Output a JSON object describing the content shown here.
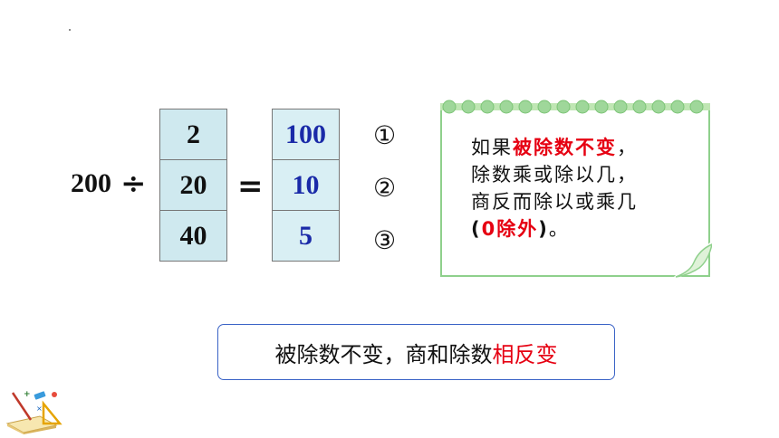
{
  "expression": {
    "dividend": "200",
    "divide_sign": "÷",
    "equals_sign": "="
  },
  "divisors": [
    "2",
    "20",
    "40"
  ],
  "quotients": [
    "100",
    "10",
    "5"
  ],
  "markers": [
    "①",
    "②",
    "③"
  ],
  "note": {
    "line1_prefix": "如果",
    "line1_highlight": "被除数不变",
    "line1_suffix": "，",
    "line2": "除数乘或除以几，",
    "line3": "商反而除以或乘几",
    "line4_open": "(",
    "line4_highlight": "0除外",
    "line4_close": ")",
    "line4_end": "。"
  },
  "summary": {
    "text": "被除数不变，商和除数",
    "highlight": "相反变"
  },
  "colors": {
    "cell_bg": "#d3edf2",
    "quotient_text": "#1a2aa8",
    "highlight_red": "#e60012",
    "note_border": "#8fd08c",
    "summary_border": "#3a63c6"
  },
  "icons": [
    "math-tools-icon"
  ]
}
